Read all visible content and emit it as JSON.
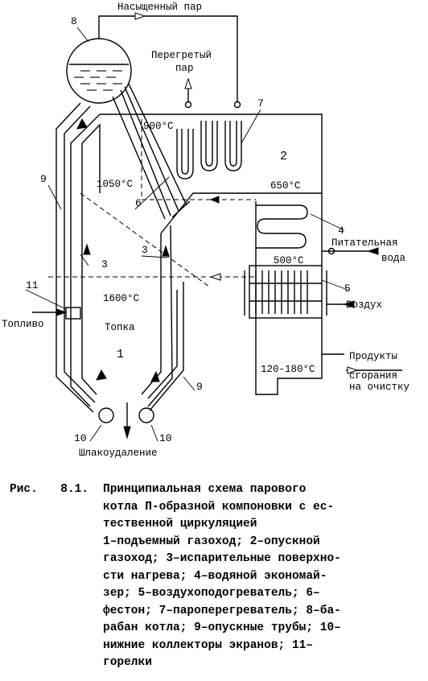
{
  "labels": {
    "saturated_steam": "Насыщенный пар",
    "superheated_1": "Перегретый",
    "superheated_2": "пар",
    "t900": "900°C",
    "t1050": "1050°C",
    "t650": "650°C",
    "t500": "500°C",
    "t1600": "1600°C",
    "t120": "120-180°C",
    "feed_water_1": "Питательная",
    "feed_water_2": "вода",
    "air": "Воздух",
    "fuel": "Топливо",
    "furnace": "Топка",
    "products_1": "Продукты",
    "products_2": "сгорания",
    "products_3": "на очистку",
    "slag": "Шлакоудаление"
  },
  "numbers": {
    "n1": "1",
    "n2": "2",
    "n3a": "3",
    "n3b": "3",
    "n4": "4",
    "n5": "5",
    "n6": "6",
    "n7": "7",
    "n8": "8",
    "n9a": "9",
    "n9b": "9",
    "n10a": "10",
    "n10b": "10",
    "n11": "11"
  },
  "caption": {
    "fig_word": "Рис.",
    "fig_num": "8.1.",
    "title_1": "Принципиальная схема парового",
    "title_2": "котла П-образной компоновки с ес-",
    "title_3": "тественной циркуляцией",
    "legend": [
      "1–подъемный газоход; 2–опускной",
      "газоход; 3–испарительные поверхно-",
      "сти нагрева; 4–водяной экономай-",
      "зер; 5–воздухоподогреватель; 6–",
      "фестон; 7–пароперегреватель; 8–ба-",
      "рабан котла; 9–опускные трубы; 10–",
      "нижние коллекторы экранов; 11–",
      "горелки"
    ]
  }
}
